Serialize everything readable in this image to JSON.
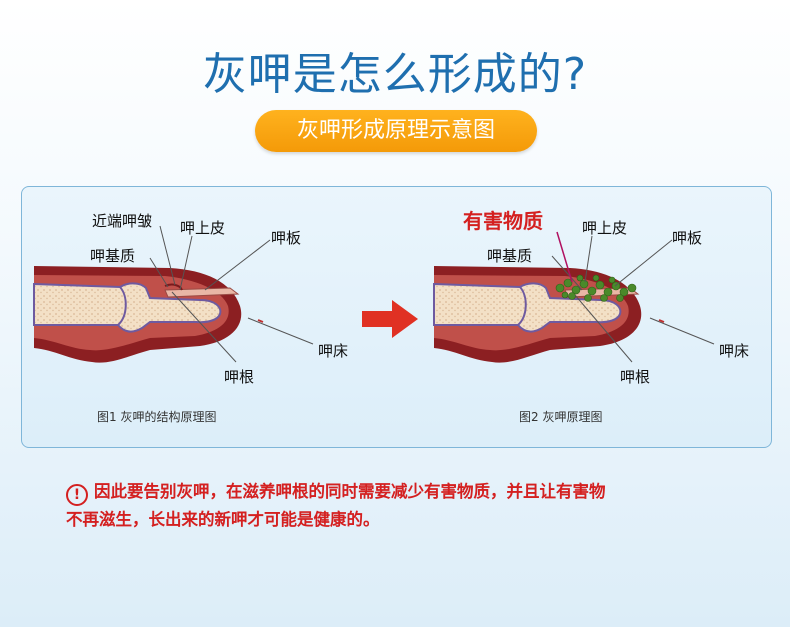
{
  "header": {
    "title": "灰呷是怎么形成的?",
    "subtitle": "灰呷形成原理示意图"
  },
  "figure1": {
    "labels": {
      "proximal_fold": "近端呷皱",
      "matrix": "呷基质",
      "cuticle": "呷上皮",
      "plate": "呷板",
      "bed": "呷床",
      "root": "呷根"
    },
    "caption": "图1  灰呷的结构原理图"
  },
  "figure2": {
    "labels": {
      "harmful": "有害物质",
      "matrix": "呷基质",
      "cuticle": "呷上皮",
      "plate": "呷板",
      "bed": "呷床",
      "root": "呷根"
    },
    "caption": "图2  灰呷原理图"
  },
  "note": {
    "icon": "!",
    "line1": "因此要告别灰呷，在滋养呷根的同时需要减少有害物质，并且让有害物",
    "line2": "不再滋生，长出来的新呷才可能是健康的。"
  },
  "colors": {
    "title": "#1f6faf",
    "accent": "#f49a08",
    "warning": "#d42020",
    "tissue": "#a52a2a",
    "bone": "#f1dcc0",
    "fungus": "#4a8a2a"
  }
}
